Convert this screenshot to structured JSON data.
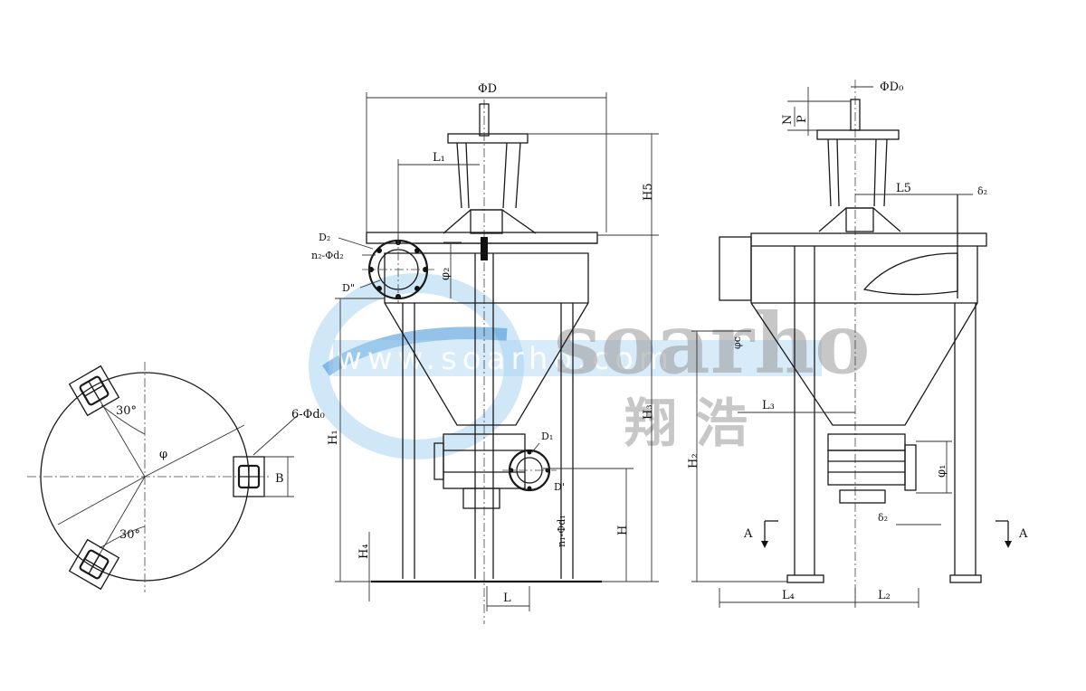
{
  "watermark": {
    "latin": "soarho",
    "chinese": "翔 浩",
    "sub": "www.soarho.com",
    "colors": {
      "gray": "#9a9a9a",
      "blue": "#3d8fd6",
      "light_blue": "#a9d3f2"
    }
  },
  "left_view": {
    "angle_top": "30°",
    "angle_bottom": "30°",
    "phi": "φ",
    "holes": "6-Φd₀",
    "dim_b": "B"
  },
  "front_view": {
    "phi_d": "ΦD",
    "l1": "L₁",
    "h5": "H5",
    "d2": "D₂",
    "n2_phi_d2": "n₂-Φd₂",
    "phi2": "φ₂",
    "d_double_prime": "D\"",
    "d1": "D₁",
    "d_prime": "D'",
    "n1_phi_d1": "n₁-Φd₁",
    "h1": "H₁",
    "h3": "H₃",
    "h4": "H₄",
    "h": "H",
    "l": "L"
  },
  "side_view": {
    "phi_d0": "ΦD₀",
    "n": "N",
    "p": "P",
    "l5": "L5",
    "delta2_top": "δ₂",
    "phi_c": "φc",
    "l3": "L₃",
    "h2": "H₂",
    "phi1": "φ₁",
    "delta2_bottom": "δ₂",
    "l4": "L₄",
    "l2": "L₂",
    "section_left": "A",
    "section_right": "A"
  }
}
